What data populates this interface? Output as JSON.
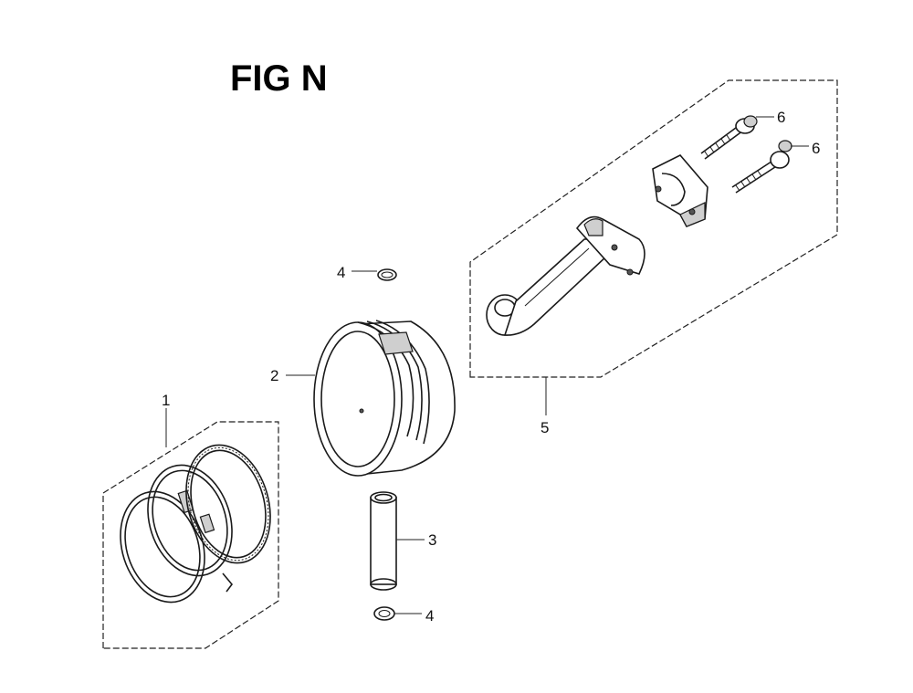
{
  "figure": {
    "title": "FIG N"
  },
  "parts": [
    {
      "ref": "1",
      "part": "piston-ring-set"
    },
    {
      "ref": "2",
      "part": "piston"
    },
    {
      "ref": "3",
      "part": "piston-pin"
    },
    {
      "ref": "4",
      "part": "piston-pin-clip"
    },
    {
      "ref": "5",
      "part": "connecting-rod-assembly"
    },
    {
      "ref": "6",
      "part": "connecting-rod-bolt"
    }
  ],
  "callouts": {
    "ring_set": "1",
    "piston": "2",
    "pin": "3",
    "clip_top": "4",
    "clip_bottom": "4",
    "rod_assembly": "5",
    "bolt_upper": "6",
    "bolt_lower": "6"
  }
}
